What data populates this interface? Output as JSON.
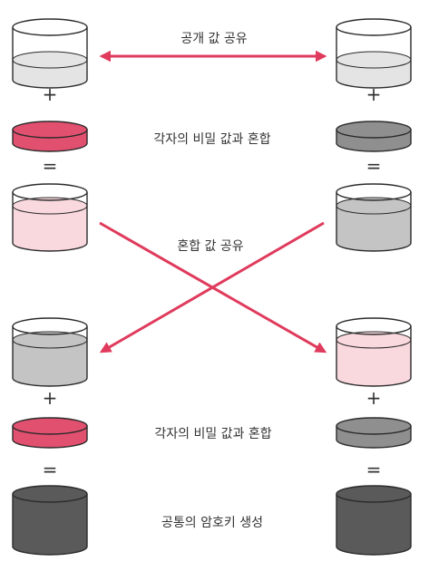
{
  "labels": {
    "share_public": "공개 값 공유",
    "mix_secret_1": "각자의 비밀 값과 혼합",
    "share_mix": "혼합 값 공유",
    "mix_secret_2": "각자의 비밀 값과 혼합",
    "shared_key": "공통의 암호키 생성"
  },
  "operators": {
    "plus": "+",
    "equals": "="
  },
  "colors": {
    "public": "#e4e4e4",
    "secret_left": "#e2506f",
    "secret_right": "#8f8f8f",
    "mix_left": "#f9d8de",
    "mix_right": "#c4c4c4",
    "key": "#5a5a5a",
    "arrow": "#e03a5c",
    "outline": "#2b2b2b"
  }
}
